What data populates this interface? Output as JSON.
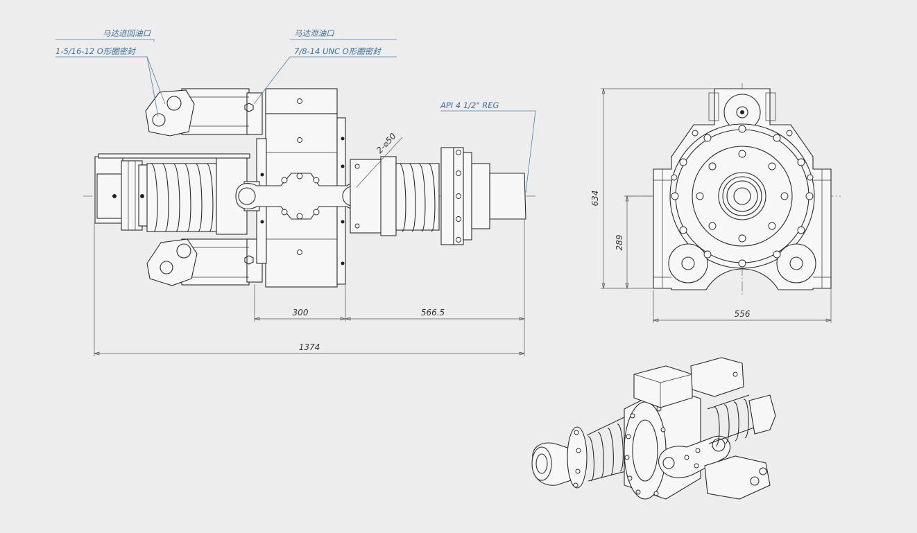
{
  "annotations": {
    "motor_inlet_title": "马达进回油口",
    "motor_inlet_spec": "1-5/16-12 O形圈密封",
    "motor_drain_title": "马达泄油口",
    "motor_drain_spec": "7/8-14 UNC O形圈密封",
    "thread_spec": "API 4 1/2\" REG",
    "hole_spec": "2-⌀50"
  },
  "dimensions": {
    "dim_300": "300",
    "dim_566_5": "566.5",
    "dim_1374": "1374",
    "dim_634": "634",
    "dim_289": "289",
    "dim_556": "556"
  },
  "colors": {
    "background": "#ededee",
    "line": "#2a2a2a",
    "leader": "#4a7fa8"
  }
}
